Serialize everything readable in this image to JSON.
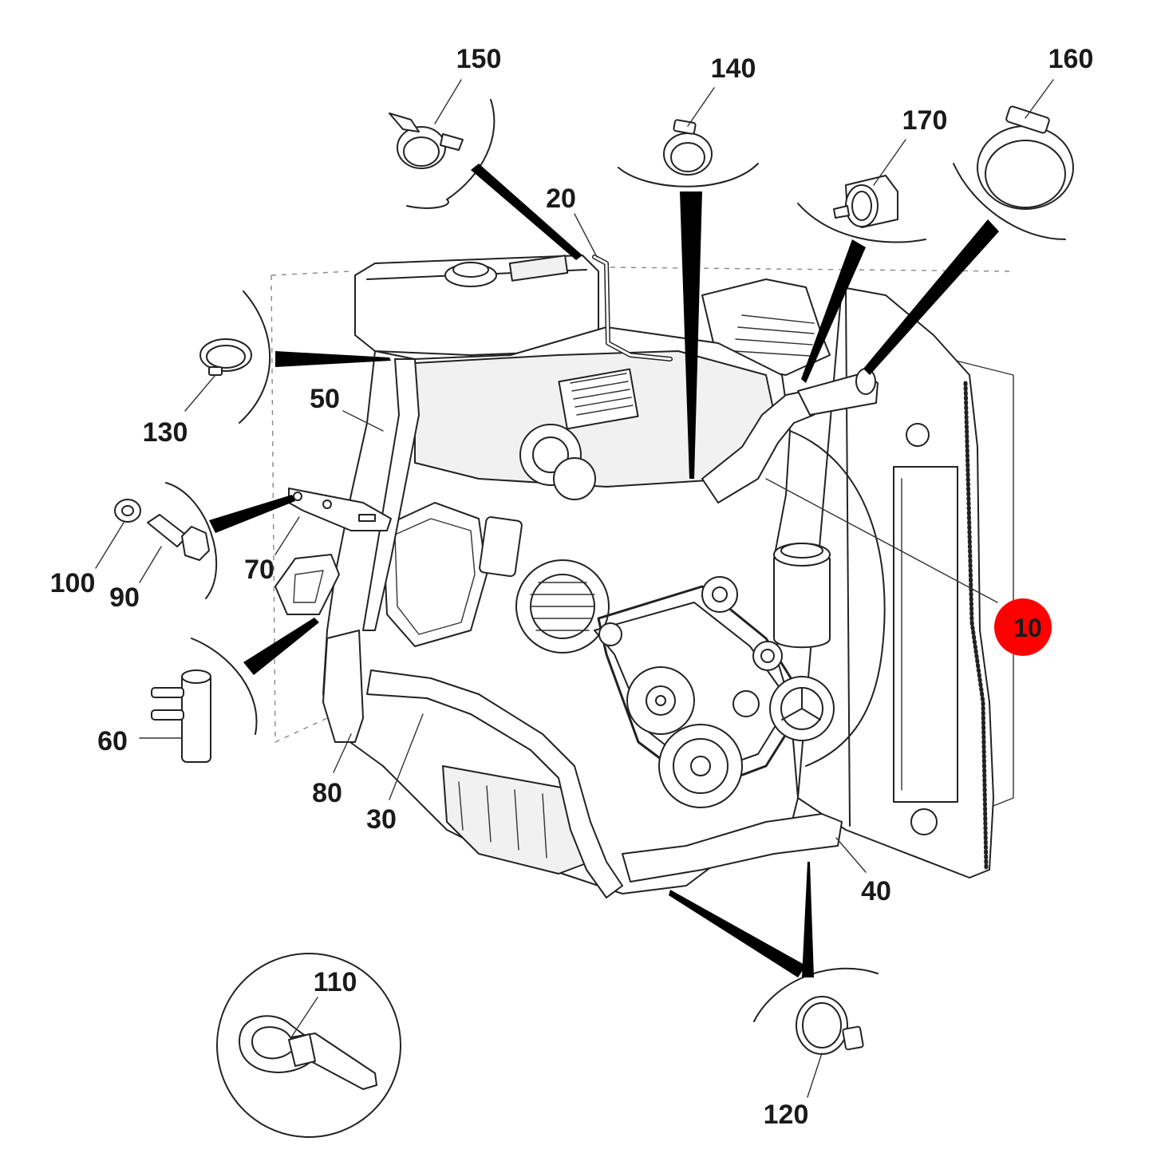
{
  "diagram": {
    "callouts": {
      "c10": "10",
      "c20": "20",
      "c30": "30",
      "c40": "40",
      "c50": "50",
      "c60": "60",
      "c70": "70",
      "c80": "80",
      "c90": "90",
      "c100": "100",
      "c110": "110",
      "c120": "120",
      "c130": "130",
      "c140": "140",
      "c150": "150",
      "c160": "160",
      "c170": "170"
    },
    "highlight_color": "#ff0000"
  }
}
